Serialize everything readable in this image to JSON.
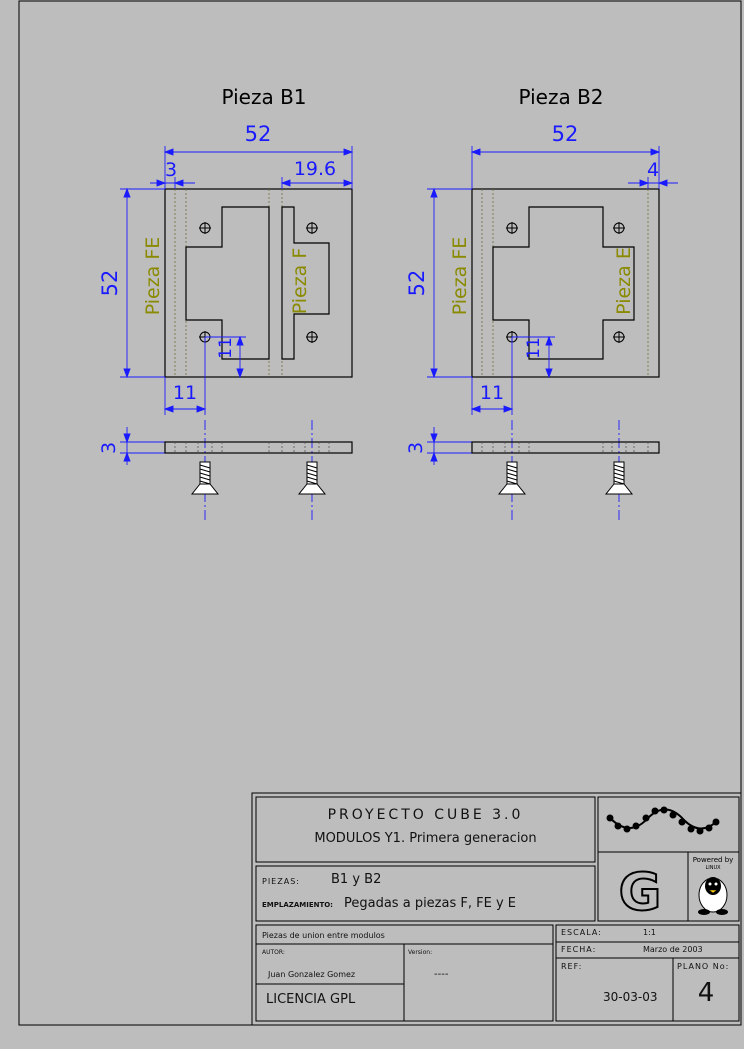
{
  "colors": {
    "background": "#bdbdbd",
    "outline": "#000000",
    "dimension": "#1a1aff",
    "part_label": "#8a8a00",
    "hidden_line": "#6e6e3a"
  },
  "parts": [
    {
      "title": "Pieza B1",
      "dim_width": "52",
      "dim_height": "52",
      "dim_left_offset": "3",
      "dim_right": "19.6",
      "dim_hole_x": "11",
      "dim_hole_y": "11",
      "dim_thickness": "3",
      "label_left": "Pieza FE",
      "label_right": "Pieza F"
    },
    {
      "title": "Pieza B2",
      "dim_width": "52",
      "dim_height": "52",
      "dim_right_offset": "4",
      "dim_hole_x": "11",
      "dim_hole_y": "11",
      "dim_thickness": "3",
      "label_left": "Pieza FE",
      "label_right": "Pieza E"
    }
  ],
  "title_block": {
    "project": "PROYECTO CUBE 3.0",
    "subtitle": "MODULOS Y1. Primera generacion",
    "piezas_label": "PIEZAS:",
    "piezas_value": "B1 y B2",
    "emplazamiento_label": "EMPLAZAMIENTO:",
    "emplazamiento_value": "Pegadas a piezas F, FE y E",
    "description": "Piezas de union entre modulos",
    "autor_label": "AUTOR:",
    "autor_value": "Juan Gonzalez Gomez",
    "version_label": "Version:",
    "version_value": "----",
    "licencia": "LICENCIA GPL",
    "escala_label": "ESCALA:",
    "escala_value": "1:1",
    "fecha_label": "FECHA:",
    "fecha_value": "Marzo de 2003",
    "ref_label": "REF:",
    "ref_value": "30-03-03",
    "plano_label": "PLANO No:",
    "plano_value": "4",
    "logo_text": "G",
    "powered_by": "Powered by",
    "linux": "LINUX"
  }
}
